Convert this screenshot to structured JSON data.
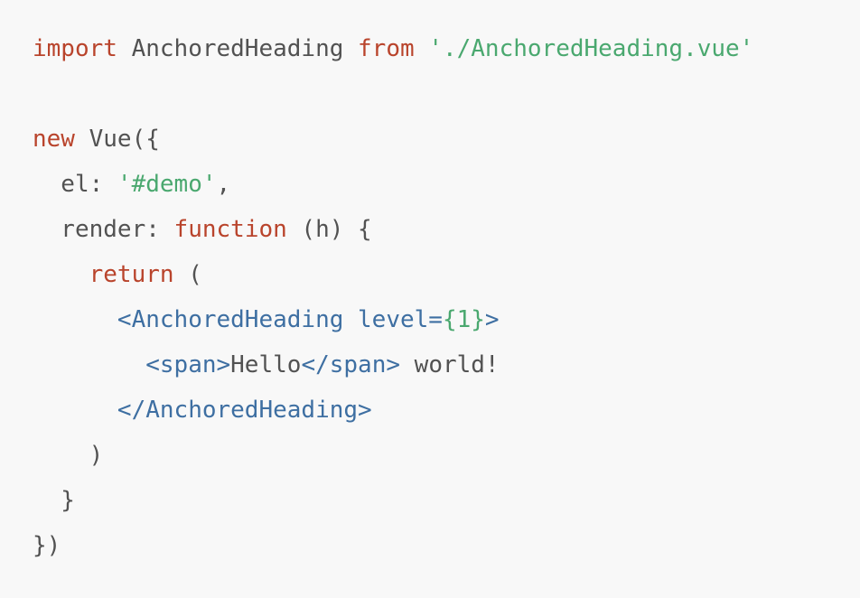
{
  "code": {
    "lines": [
      [
        {
          "text": "import",
          "type": "kw"
        },
        {
          "text": " AnchoredHeading ",
          "type": "id"
        },
        {
          "text": "from",
          "type": "kw"
        },
        {
          "text": " ",
          "type": "id"
        },
        {
          "text": "'./AnchoredHeading.vue'",
          "type": "str"
        }
      ],
      [],
      [
        {
          "text": "new",
          "type": "kw"
        },
        {
          "text": " Vue({",
          "type": "id"
        }
      ],
      [
        {
          "text": "  el: ",
          "type": "id"
        },
        {
          "text": "'#demo'",
          "type": "str"
        },
        {
          "text": ",",
          "type": "id"
        }
      ],
      [
        {
          "text": "  render: ",
          "type": "id"
        },
        {
          "text": "function",
          "type": "kw"
        },
        {
          "text": " (h) {",
          "type": "id"
        }
      ],
      [
        {
          "text": "    ",
          "type": "id"
        },
        {
          "text": "return",
          "type": "kw"
        },
        {
          "text": " (",
          "type": "id"
        }
      ],
      [
        {
          "text": "      ",
          "type": "id"
        },
        {
          "text": "<AnchoredHeading level=",
          "type": "tag"
        },
        {
          "text": "{1}",
          "type": "str"
        },
        {
          "text": ">",
          "type": "tag"
        }
      ],
      [
        {
          "text": "        ",
          "type": "id"
        },
        {
          "text": "<span>",
          "type": "tag"
        },
        {
          "text": "Hello",
          "type": "id"
        },
        {
          "text": "</span>",
          "type": "tag"
        },
        {
          "text": " world!",
          "type": "id"
        }
      ],
      [
        {
          "text": "      ",
          "type": "id"
        },
        {
          "text": "</AnchoredHeading>",
          "type": "tag"
        }
      ],
      [
        {
          "text": "    )",
          "type": "id"
        }
      ],
      [
        {
          "text": "  }",
          "type": "id"
        }
      ],
      [
        {
          "text": "})",
          "type": "id"
        }
      ]
    ]
  },
  "colors": {
    "background": "#f8f8f8",
    "keyword": "#b9442c",
    "string": "#4aa86f",
    "tag": "#3e6fa2",
    "text": "#525252"
  }
}
